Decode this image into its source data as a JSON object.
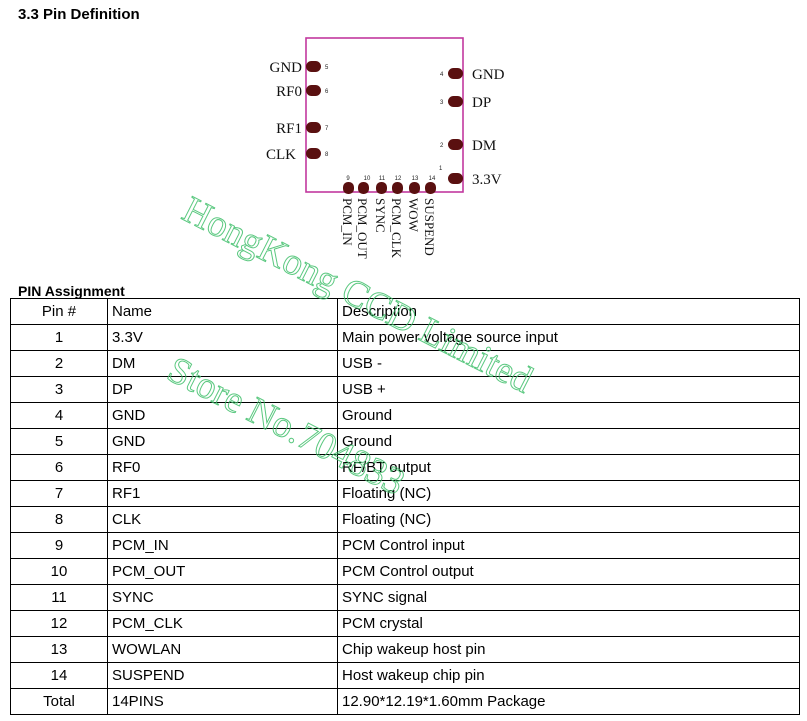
{
  "section_title": "3.3 Pin Definition",
  "diagram": {
    "left_pins": [
      {
        "label": "GND",
        "num": "5"
      },
      {
        "label": "RF0",
        "num": "6"
      },
      {
        "label": "RF1",
        "num": "7"
      },
      {
        "label": "CLK",
        "num": "8"
      }
    ],
    "right_pins": [
      {
        "label": "GND",
        "num": "4"
      },
      {
        "label": "DP",
        "num": "3"
      },
      {
        "label": "DM",
        "num": "2"
      },
      {
        "label": "3.3V",
        "num": "1"
      }
    ],
    "bottom_pins": [
      {
        "label": "PCM_IN",
        "num": "9"
      },
      {
        "label": "PCM_OUT",
        "num": "10"
      },
      {
        "label": "SYNC",
        "num": "11"
      },
      {
        "label": "PCM_CLK",
        "num": "12"
      },
      {
        "label": "WOW",
        "num": "13"
      },
      {
        "label": "SUSPEND",
        "num": "14"
      }
    ],
    "outline_color": "#c2389e",
    "pad_color": "#5a1010"
  },
  "table_title": "PIN Assignment",
  "table": {
    "headers": {
      "pin": "Pin #",
      "name": "Name",
      "description": "Description"
    },
    "rows": [
      {
        "pin": "1",
        "name": "3.3V",
        "description": "Main power voltage source input"
      },
      {
        "pin": "2",
        "name": "DM",
        "description": "USB -"
      },
      {
        "pin": "3",
        "name": "DP",
        "description": "USB +"
      },
      {
        "pin": "4",
        "name": "GND",
        "description": "Ground"
      },
      {
        "pin": "5",
        "name": "GND",
        "description": "Ground"
      },
      {
        "pin": "6",
        "name": "RF0",
        "description": "RF/BT output"
      },
      {
        "pin": "7",
        "name": "RF1",
        "description": "Floating (NC)"
      },
      {
        "pin": "8",
        "name": "CLK",
        "description": "Floating (NC)"
      },
      {
        "pin": "9",
        "name": "PCM_IN",
        "description": "PCM Control input"
      },
      {
        "pin": "10",
        "name": "PCM_OUT",
        "description": "PCM Control output"
      },
      {
        "pin": "11",
        "name": "SYNC",
        "description": "SYNC signal"
      },
      {
        "pin": "12",
        "name": "PCM_CLK",
        "description": "PCM crystal"
      },
      {
        "pin": "13",
        "name": "WOWLAN",
        "description": "Chip wakeup host pin"
      },
      {
        "pin": "14",
        "name": "SUSPEND",
        "description": "Host wakeup chip pin"
      }
    ],
    "total": {
      "pin": "Total",
      "name": "14PINS",
      "description": "12.90*12.19*1.60mm Package"
    }
  },
  "watermark": {
    "line1": "HongKong CCD Limited",
    "line2": "Store No.704833",
    "color": "#3fbf6a"
  }
}
